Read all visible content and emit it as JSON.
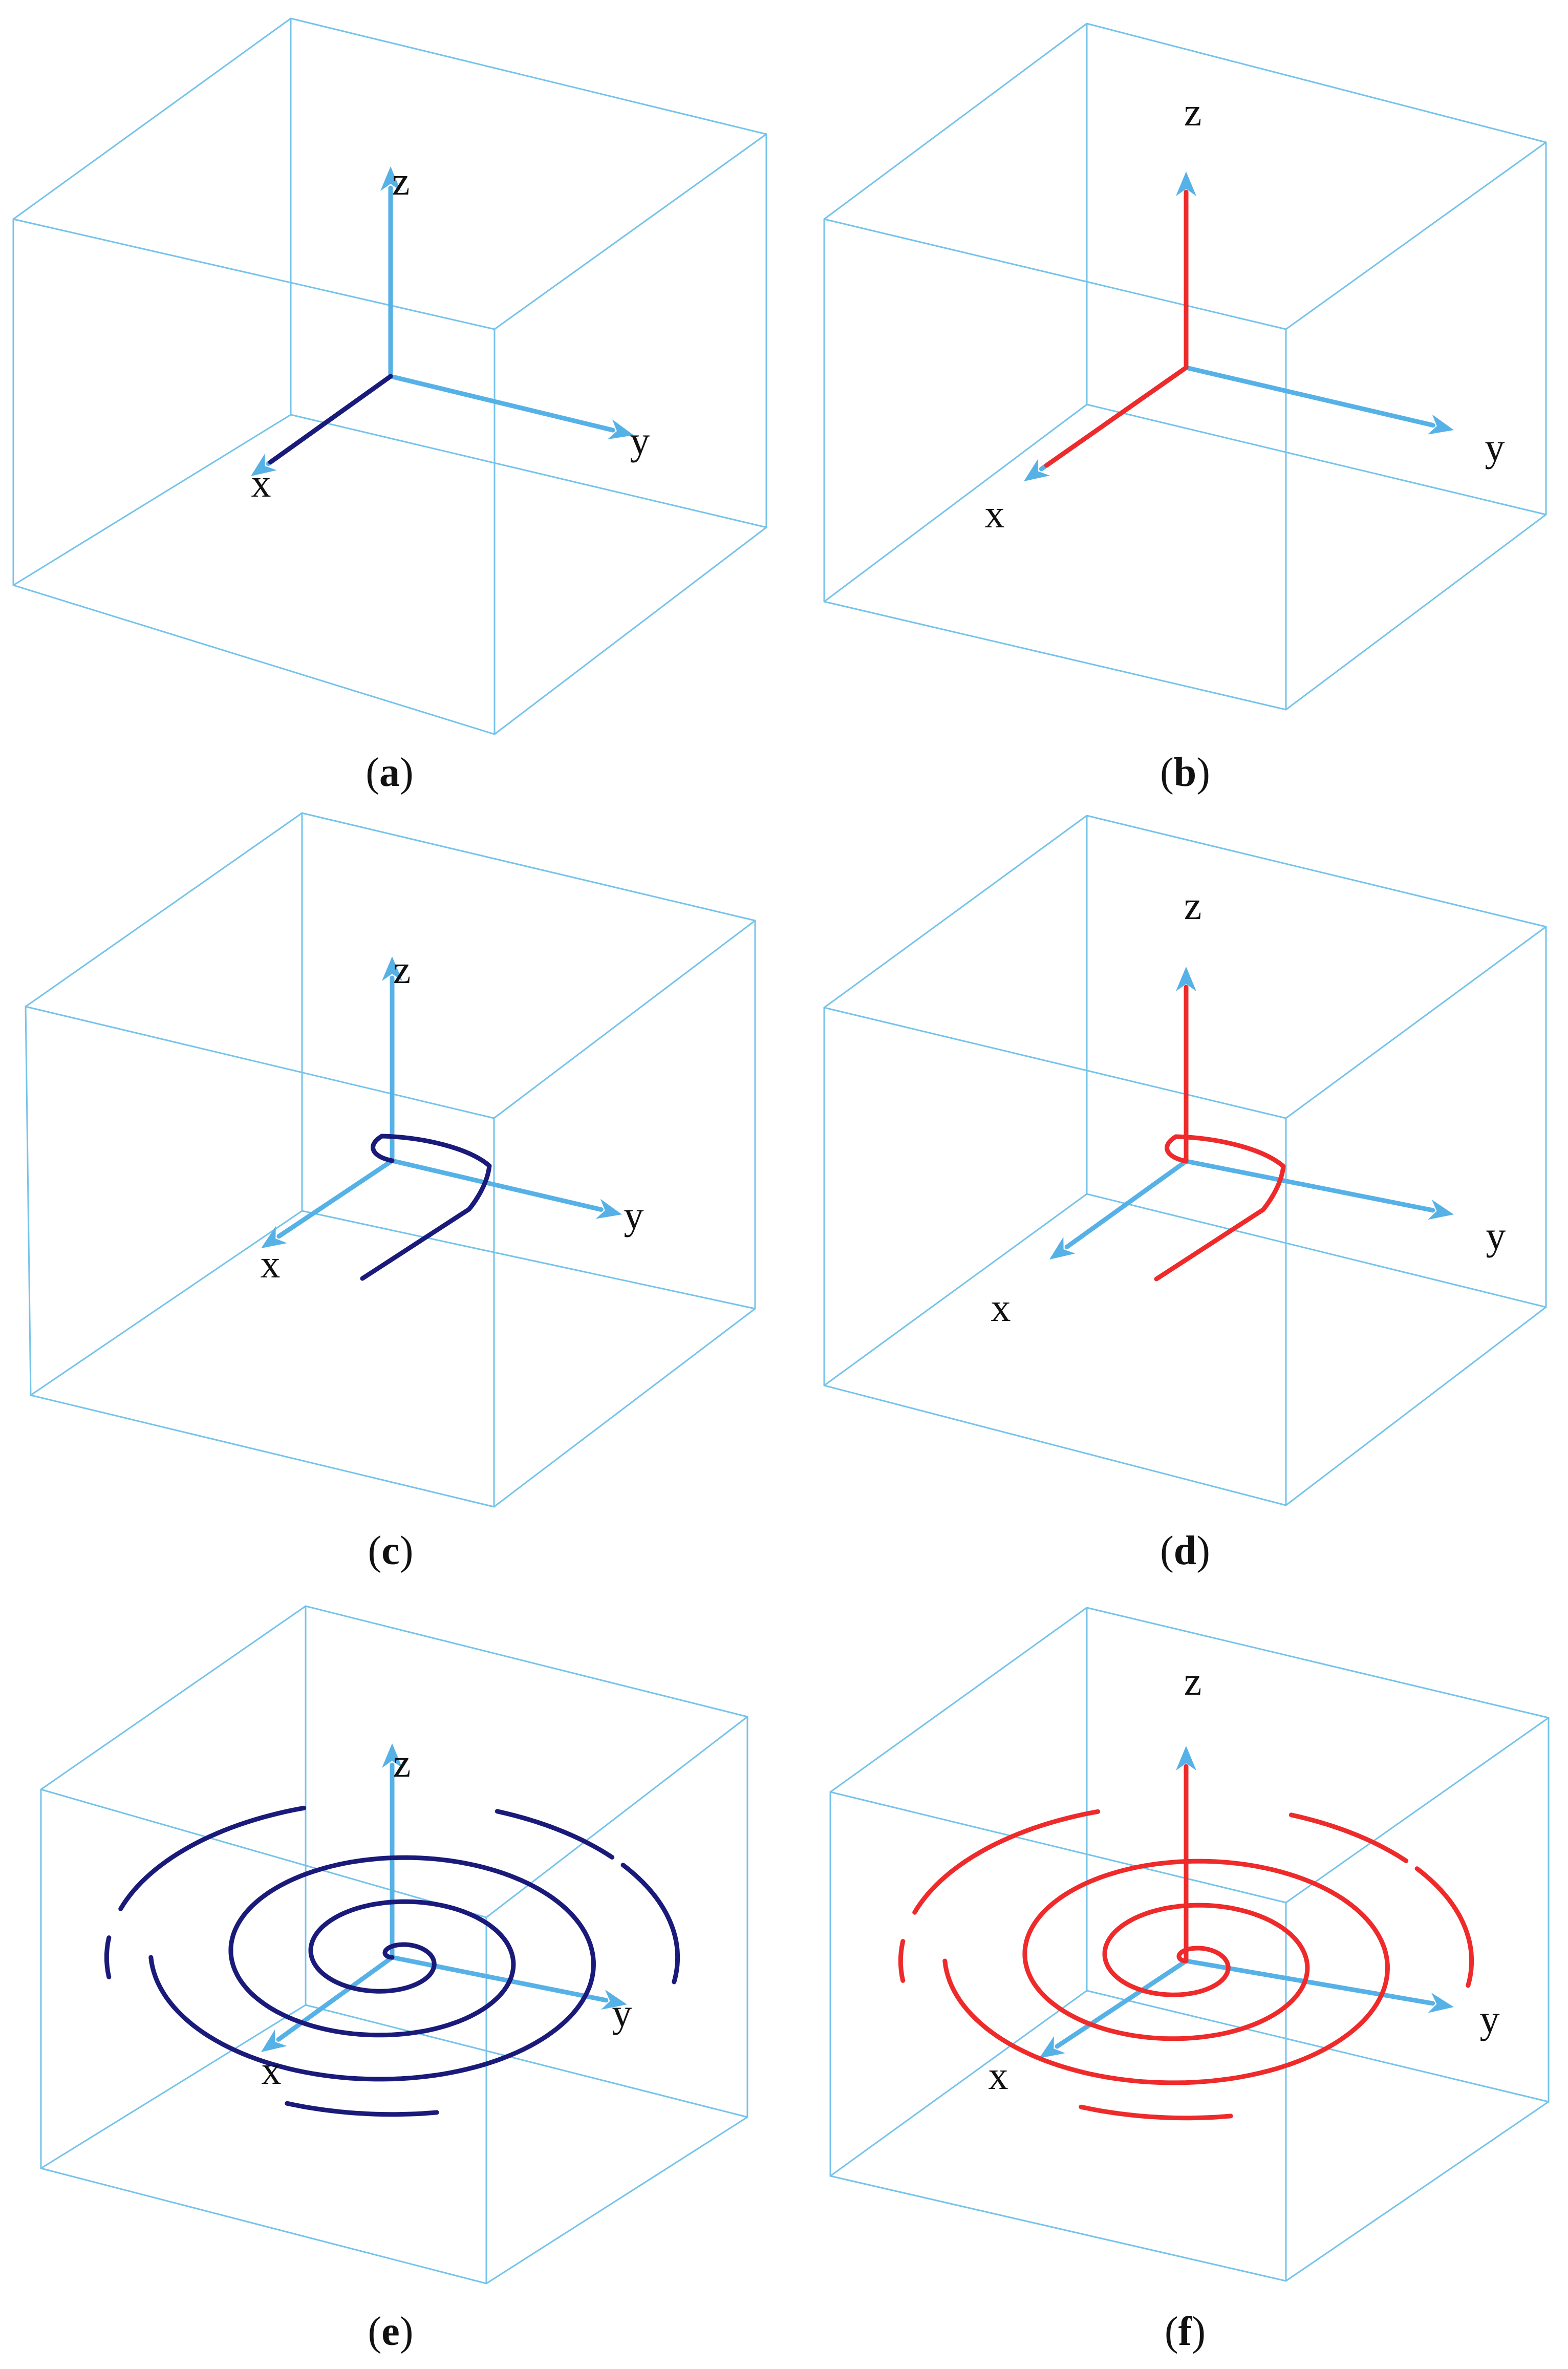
{
  "colors": {
    "box": "#74c3eb",
    "axis": "#56b1e6",
    "left_curve": "#1a1a7a",
    "right_curve": "#ee2a2a",
    "text": "#111111"
  },
  "axis_labels": {
    "x": "x",
    "y": "y",
    "z": "z"
  },
  "panels": [
    {
      "id": "a",
      "caption_open": "(",
      "caption_letter": "a",
      "caption_close": ")",
      "curve": "segment",
      "color_key": "left_curve"
    },
    {
      "id": "b",
      "caption_open": "(",
      "caption_letter": "b",
      "caption_close": ")",
      "curve": "segment-z",
      "color_key": "right_curve"
    },
    {
      "id": "c",
      "caption_open": "(",
      "caption_letter": "c",
      "caption_close": ")",
      "curve": "hook",
      "color_key": "left_curve"
    },
    {
      "id": "d",
      "caption_open": "(",
      "caption_letter": "d",
      "caption_close": ")",
      "curve": "hook-z",
      "color_key": "right_curve"
    },
    {
      "id": "e",
      "caption_open": "(",
      "caption_letter": "e",
      "caption_close": ")",
      "curve": "spiral",
      "color_key": "left_curve"
    },
    {
      "id": "f",
      "caption_open": "(",
      "caption_letter": "f",
      "caption_close": ")",
      "curve": "spiral-z",
      "color_key": "right_curve"
    }
  ]
}
